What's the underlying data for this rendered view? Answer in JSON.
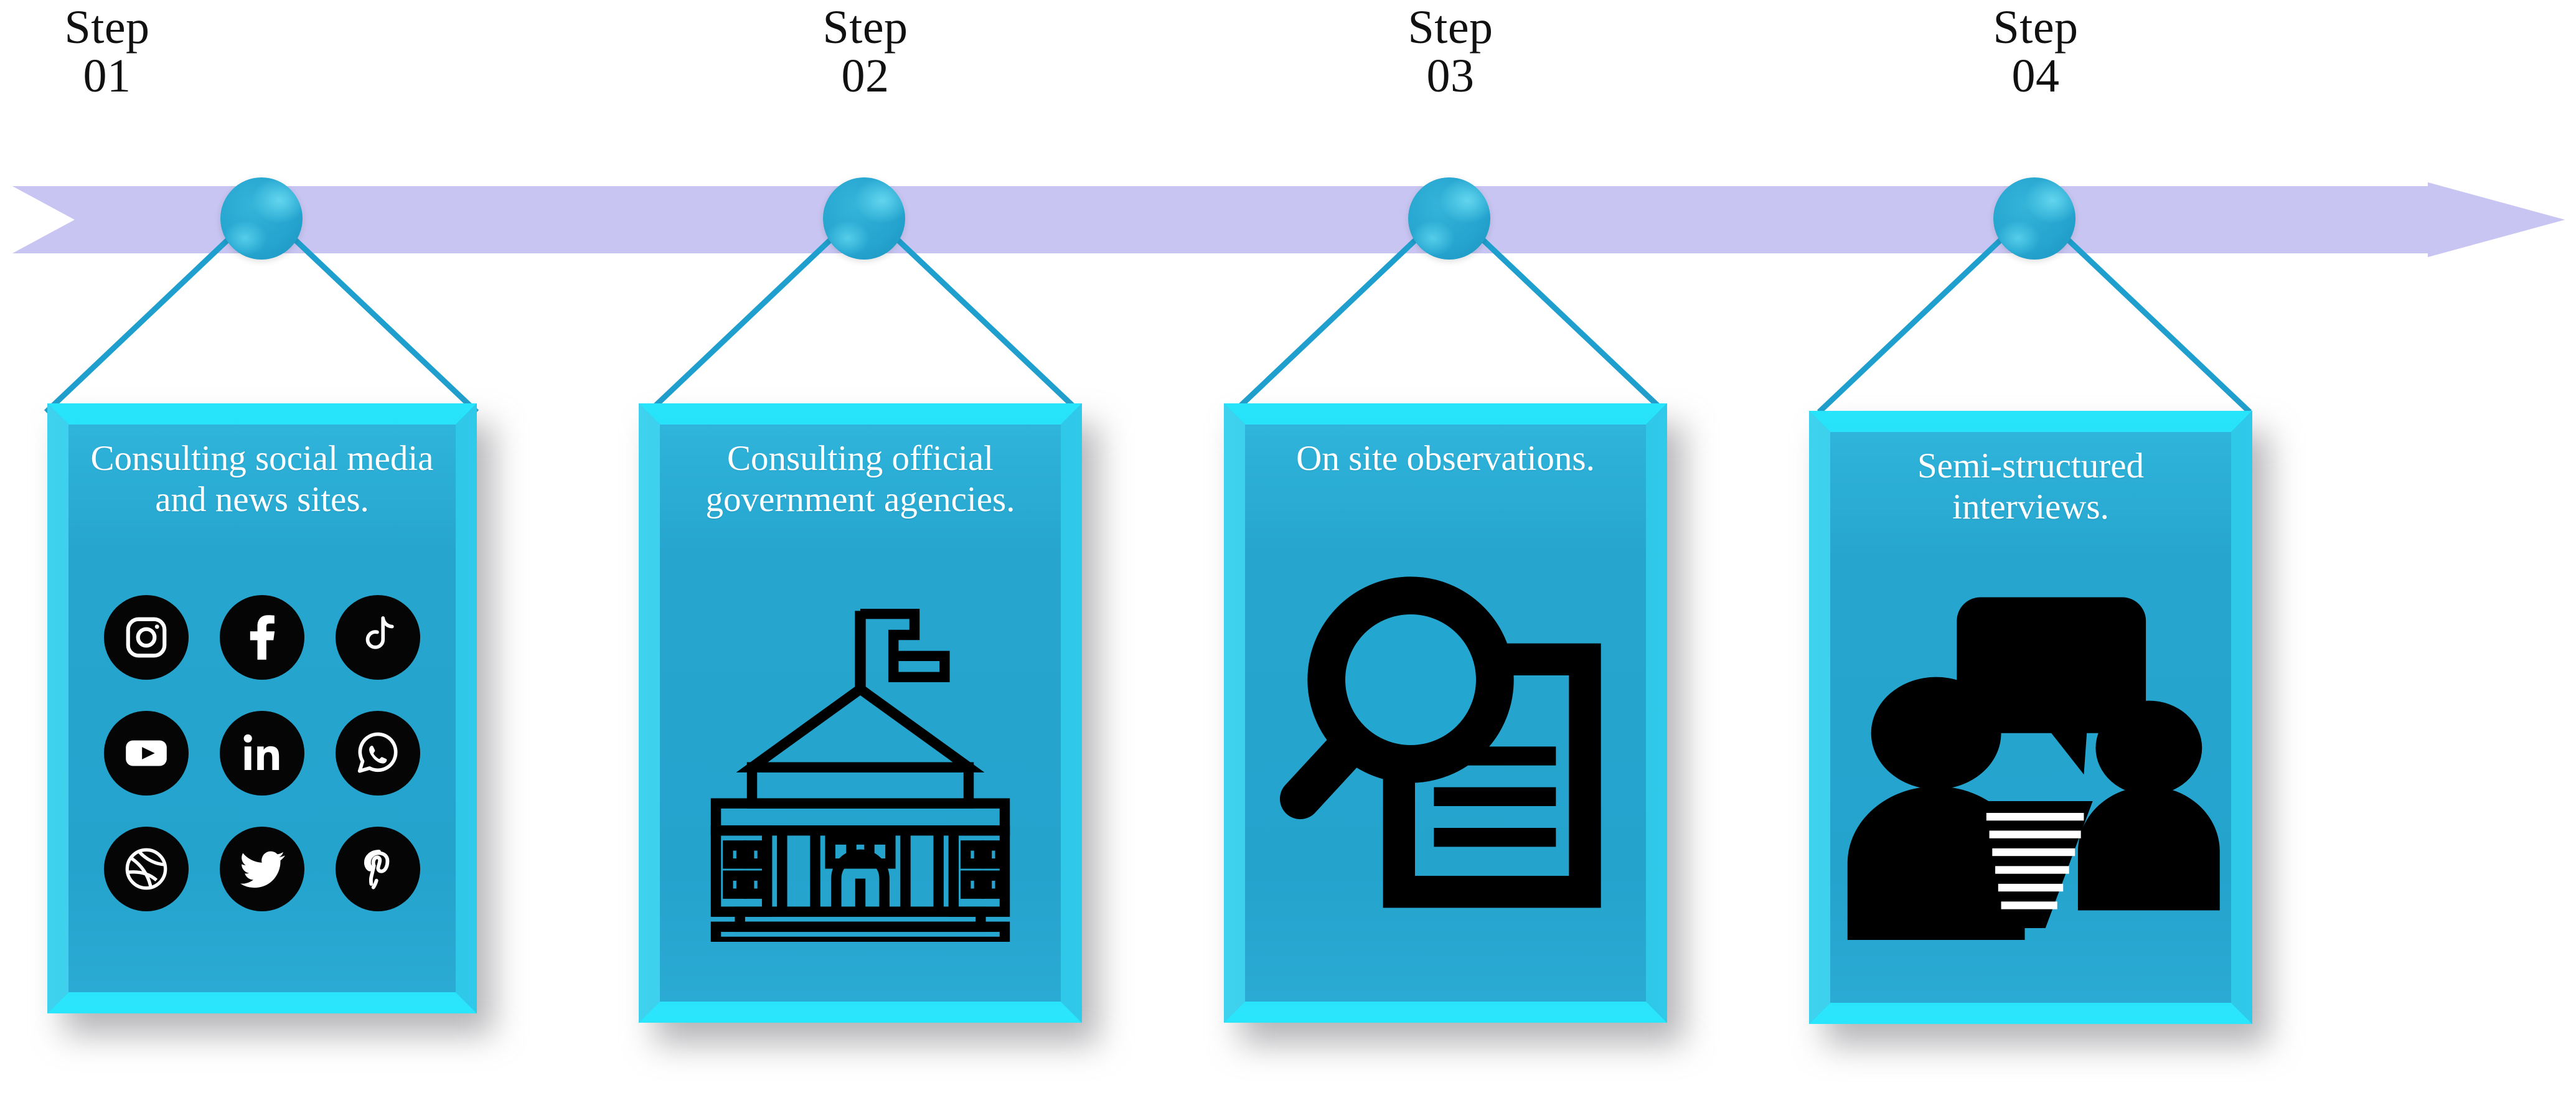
{
  "theme": {
    "background": "#ffffff",
    "arrow_color": "#c9c5f2",
    "node_color": "#23a3ce",
    "card_body": "#23a6cf",
    "card_bevel": "#2ccdee",
    "card_text_color": "#ffffff",
    "step_label_color": "#111111",
    "icon_badge_color": "#050505",
    "icon_glyph_color": "#ffffff"
  },
  "timeline": {
    "name": "horizontal-process-arrow",
    "direction": "left-to-right",
    "has_arrowhead": true,
    "step_count": 4
  },
  "steps": [
    {
      "label": "Step",
      "number": "01",
      "text": "Consulting social media and news sites.",
      "art": "social-media-icons",
      "icons": [
        {
          "name": "instagram-icon",
          "label": "Instagram"
        },
        {
          "name": "facebook-icon",
          "label": "Facebook"
        },
        {
          "name": "tiktok-icon",
          "label": "TikTok"
        },
        {
          "name": "youtube-icon",
          "label": "YouTube"
        },
        {
          "name": "linkedin-icon",
          "label": "LinkedIn"
        },
        {
          "name": "whatsapp-icon",
          "label": "WhatsApp"
        },
        {
          "name": "dribbble-icon",
          "label": "Dribbble"
        },
        {
          "name": "twitter-icon",
          "label": "Twitter"
        },
        {
          "name": "pinterest-icon",
          "label": "Pinterest"
        }
      ]
    },
    {
      "label": "Step",
      "number": "02",
      "text": "Consulting official government agencies.",
      "art": "government-building-icon",
      "icons": []
    },
    {
      "label": "Step",
      "number": "03",
      "text": "On site observations.",
      "art": "magnifier-document-icon",
      "icons": []
    },
    {
      "label": "Step",
      "number": "04",
      "text": "Semi-structured interviews.",
      "art": "interview-people-icon",
      "icons": []
    }
  ]
}
